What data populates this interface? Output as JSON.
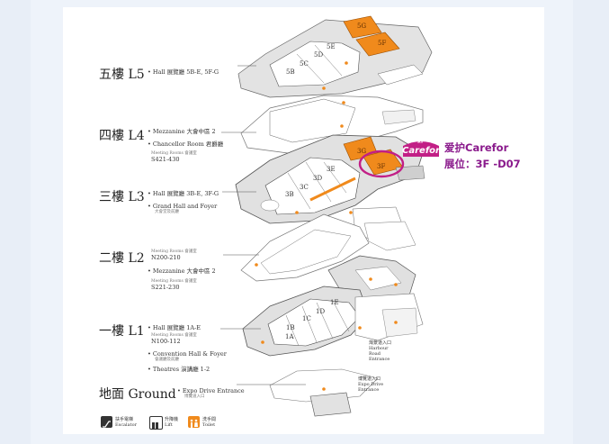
{
  "levels": [
    {
      "name": "五樓 L5",
      "notes": [
        {
          "text": "• Hall 展覽廳 5B-E, 5F-G"
        }
      ]
    },
    {
      "name": "四樓 L4",
      "notes": [
        {
          "text": "• Mezzanine 大會中區 2"
        },
        {
          "text": "• Chancellor Room 君爵廳"
        },
        {
          "small": "Meeting Rooms 會議室",
          "text": "S421-430"
        }
      ]
    },
    {
      "name": "三樓 L3",
      "notes": [
        {
          "text": "• Hall 展覽廳 3B-E, 3F-G"
        },
        {
          "text": "• Grand Hall and Foyer",
          "small2": "大會堂及前廳"
        }
      ]
    },
    {
      "name": "二樓 L2",
      "notes": [
        {
          "small": "Meeting Rooms 會議室",
          "text": "N200-210"
        },
        {
          "text": "• Mezzanine 大會中區 2"
        },
        {
          "small": "Meeting Rooms 會議室",
          "text": "S221-230"
        }
      ]
    },
    {
      "name": "一樓 L1",
      "notes": [
        {
          "text": "• Hall 展覽廳 1A-E"
        },
        {
          "small": "Meeting Rooms 會議室",
          "text": "N100-112"
        },
        {
          "text": "• Convention Hall & Foyer",
          "small2": "會議廳及前廳"
        },
        {
          "text": "• Theatres 演講廳 1-2"
        }
      ]
    },
    {
      "name": "地面 Ground",
      "notes": [
        {
          "text": "• Expo Drive Entrance",
          "small2": "博覽道入口"
        }
      ]
    }
  ],
  "halls": {
    "l5": [
      "5G",
      "5F",
      "5E",
      "5D",
      "5C",
      "5B"
    ],
    "l3": [
      "3G",
      "3F",
      "3E",
      "3D",
      "3C",
      "3B"
    ],
    "l1": [
      "1E",
      "1D",
      "1C",
      "1B",
      "1A"
    ]
  },
  "entrances": {
    "harbour": {
      "cn": "灣景道入口",
      "en1": "Harbour",
      "en2": "Road",
      "en3": "Entrance"
    },
    "expo": {
      "cn": "博覽道入口",
      "en1": "Expo Drive",
      "en2": "Entrance"
    }
  },
  "highlight": {
    "line1": "爱护Carefor",
    "line2": "展位：3F -D07",
    "brand_top": "爱护",
    "brand_name": "Carefor"
  },
  "legend": [
    {
      "cn": "扶手電梯",
      "en": "Escalator"
    },
    {
      "cn": "升降機",
      "en": "Lift"
    },
    {
      "cn": "洗手間",
      "en": "Toilet"
    }
  ],
  "colors": {
    "orange": "#f08a1c",
    "magenta": "#c21f86",
    "purple": "#8a1a8c"
  }
}
